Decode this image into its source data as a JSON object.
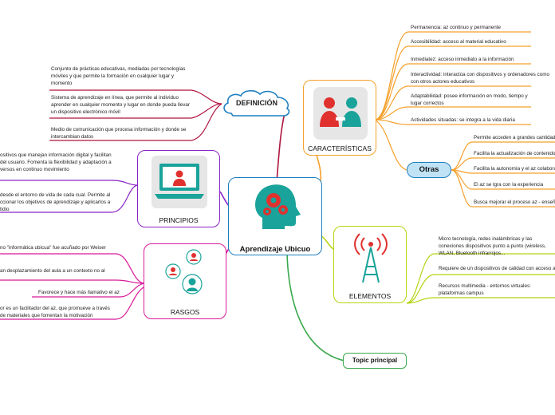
{
  "center": {
    "label": "Aprendizaje Ubicuo"
  },
  "definicion": {
    "label": "DEFINICIÓN",
    "items": [
      "Conjunto de prácticas educativas, mediadas por tecnologías móviles y que permite la formación en cualquier lugar y momento",
      "Sistema de aprendizaje en línea, que permite al individuo aprender en cualquier momento y lugar en donde pueda llevar un dispositivo electrónico móvil",
      "Medio de comunicación que procesa información y donde se intercambian datos"
    ]
  },
  "caracteristicas": {
    "label": "CARACTERÍSTICAS",
    "items": [
      "Permanencia: az continuo y permanente",
      "Accesibilidad: acceso al material educativo",
      "Inmediatez: acceso inmediato a la información",
      "Interactividad: interactúa con dispositivos y ordenadores como con otros actores educativos",
      "Adaptabilidad: posee información en modo, tiempo y lugar correctos",
      "Actividades situadas: se integra a la vida diaria"
    ]
  },
  "otras": {
    "label": "Otras",
    "items": [
      "Permite acceden a grandes cantidades",
      "Facilita la actualización de contenidos",
      "Facilita la autonomía y el az colaborativo",
      "El az se lgra con la experiencia",
      "Busca mejorar el proceso az - enseñanza"
    ]
  },
  "principios": {
    "label": "PRINCIPIOS",
    "items": [
      "ositivos que manejan información digital y facilitan del usuario. Fomenta la flexibilidad y adaptación a versos en continuo movimiento",
      "desde el entorno de vida de cada cual. Permite al ccionar los objetivos de aprendizaje y aplicarlos a tidio"
    ]
  },
  "rasgos": {
    "label": "RASGOS",
    "items": [
      "no \"informática ubicua\" fue acuñado por Weiser",
      "an desplazamiento del aula a un contexto no al",
      "Favorece y hace más llamativo el az",
      "or es un facilitador del az, que promueve a través de materiales que fomentan la motivación"
    ]
  },
  "elementos": {
    "label": "ELEMENTOS",
    "items": [
      "Micro tecnología, redes inalámbricas y las conexiones dispositivos punto a punto (wireless, WLAN, Bluetooth infrarrojos...",
      "Requiere de un dispositivos de calidad con acceso a",
      "Recursos multimedia - entornos virtuales: plataformas campus"
    ]
  },
  "topic": {
    "label": "Topic principal"
  },
  "colors": {
    "center": "#1e7fbf",
    "definicion": "#b0143f",
    "caracteristicas": "#f5a02a",
    "otras": "#1e7fbf",
    "principios": "#8a24c7",
    "rasgos": "#d81a9a",
    "elementos": "#b5d30f",
    "topic": "#3aa84c",
    "head": "#1aa39a",
    "gear": "#e0312f"
  }
}
